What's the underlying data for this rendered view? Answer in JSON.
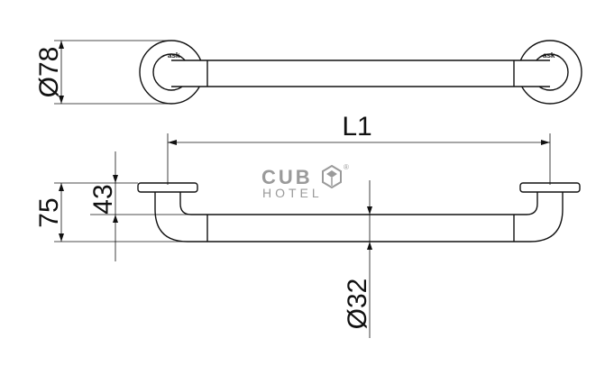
{
  "dimensions": {
    "flange_diameter": "Ø78",
    "length": "L1",
    "total_height": "75",
    "bar_height": "43",
    "bar_diameter": "Ø32"
  },
  "logo": {
    "main": "CUB",
    "sub": "HOTEL",
    "reg": "®"
  },
  "flange_marks": {
    "left": "ask",
    "right": "ask"
  }
}
